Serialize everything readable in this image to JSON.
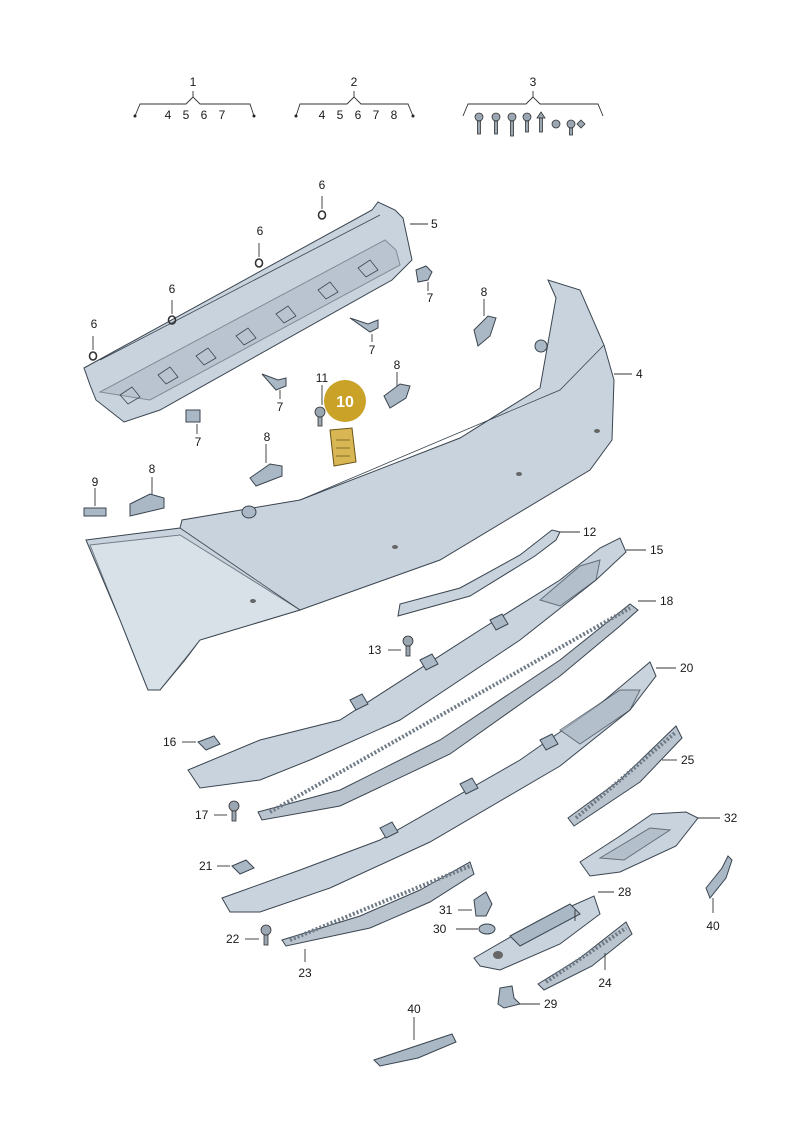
{
  "groups": [
    {
      "number": "1",
      "items": [
        "4",
        "5",
        "6",
        "7"
      ]
    },
    {
      "number": "2",
      "items": [
        "4",
        "5",
        "6",
        "7",
        "8"
      ]
    },
    {
      "number": "3",
      "items": []
    }
  ],
  "highlight": {
    "number": "10",
    "color": "#c9a227"
  },
  "labels": {
    "l4": "4",
    "l5": "5",
    "l6a": "6",
    "l6b": "6",
    "l6c": "6",
    "l6d": "6",
    "l7a": "7",
    "l7b": "7",
    "l7c": "7",
    "l7d": "7",
    "l8a": "8",
    "l8b": "8",
    "l8c": "8",
    "l8d": "8",
    "l9": "9",
    "l11": "11",
    "l12": "12",
    "l13": "13",
    "l15": "15",
    "l16": "16",
    "l17": "17",
    "l18": "18",
    "l20": "20",
    "l21": "21",
    "l22": "22",
    "l23": "23",
    "l24": "24",
    "l25": "25",
    "l28": "28",
    "l29": "29",
    "l30": "30",
    "l31": "31",
    "l32": "32",
    "l40a": "40",
    "l40b": "40"
  }
}
